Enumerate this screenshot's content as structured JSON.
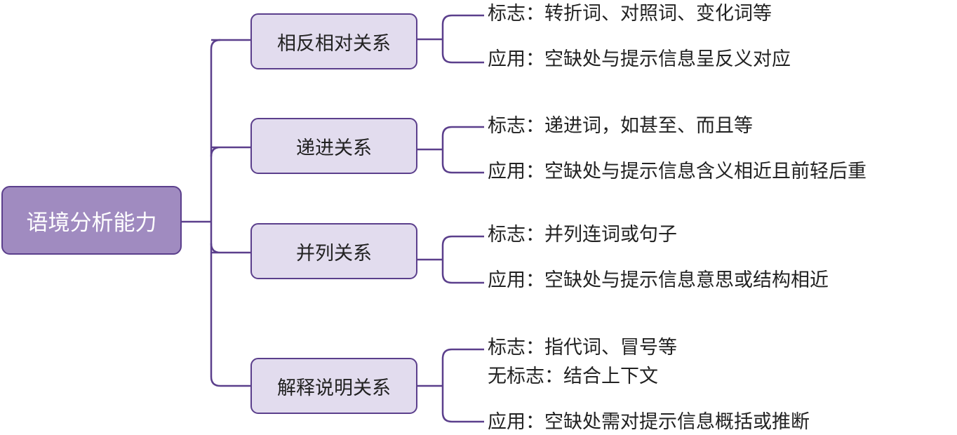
{
  "root": "语境分析能力",
  "branches": [
    {
      "label": "相反相对关系",
      "leaves": [
        "标志：转折词、对照词、变化词等",
        "应用：空缺处与提示信息呈反义对应"
      ]
    },
    {
      "label": "递进关系",
      "leaves": [
        "标志：递进词，如甚至、而且等",
        "应用：空缺处与提示信息含义相近且前轻后重"
      ]
    },
    {
      "label": "并列关系",
      "leaves": [
        "标志：并列连词或句子",
        "应用：空缺处与提示信息意思或结构相近"
      ]
    },
    {
      "label": "解释说明关系",
      "leaves": [
        "标志：指代词、冒号等",
        "无标志：结合上下文",
        "应用：空缺处需对提示信息概括或推断"
      ]
    }
  ],
  "colors": {
    "line": "#5b3f8c",
    "root_fill": "#a08bc0",
    "branch_fill": "#e2dcee"
  }
}
